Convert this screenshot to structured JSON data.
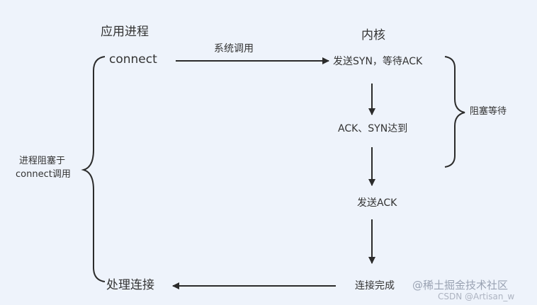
{
  "app_column_title": "应用进程",
  "kernel_column_title": "内核",
  "app": {
    "connect": "connect",
    "finish": "处理连接"
  },
  "syscall_label": "系统调用",
  "kernel_steps": {
    "send_syn": "发送SYN，等待ACK",
    "ack_syn_arrive": "ACK、SYN达到",
    "send_ack": "发送ACK",
    "connected": "连接完成"
  },
  "blocking_wait": "阻塞等待",
  "process_blocked": {
    "line1": "进程阻塞于",
    "line2": "connect调用"
  },
  "watermark": {
    "juejin": "@稀土掘金技术社区",
    "csdn": "CSDN @Artisan_w"
  },
  "colors": {
    "background": "#eef3fb",
    "text": "#333333",
    "lines": "#2b2b2b"
  }
}
